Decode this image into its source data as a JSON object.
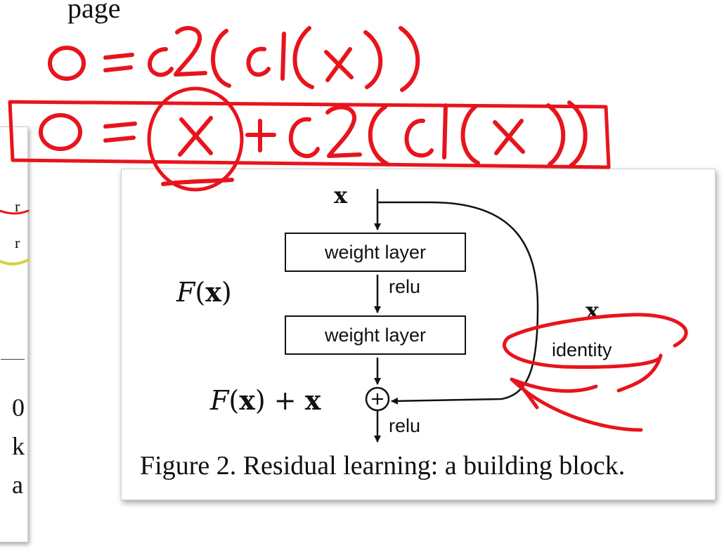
{
  "page_top_fragment": "page",
  "left_page": {
    "fragments": [
      "r",
      "r",
      "0",
      "k",
      "a"
    ]
  },
  "figure": {
    "input_label": "x",
    "block1_label": "weight layer",
    "block2_label": "weight layer",
    "relu_mid": "relu",
    "relu_out": "relu",
    "residual_label_f": "F",
    "residual_label_x": "x",
    "output_label_f": "F",
    "output_label_x": "x",
    "output_label_plus": "+",
    "shortcut_label": "x",
    "identity_label": "identity",
    "sum_symbol": "+",
    "caption": "Figure 2. Residual learning: a building block."
  },
  "annotations": {
    "line1": "O=c2(c1(x))",
    "line2": "O = X + c2(c1(x))",
    "color": "#e8141c",
    "underline_color": "#d8d03a"
  }
}
